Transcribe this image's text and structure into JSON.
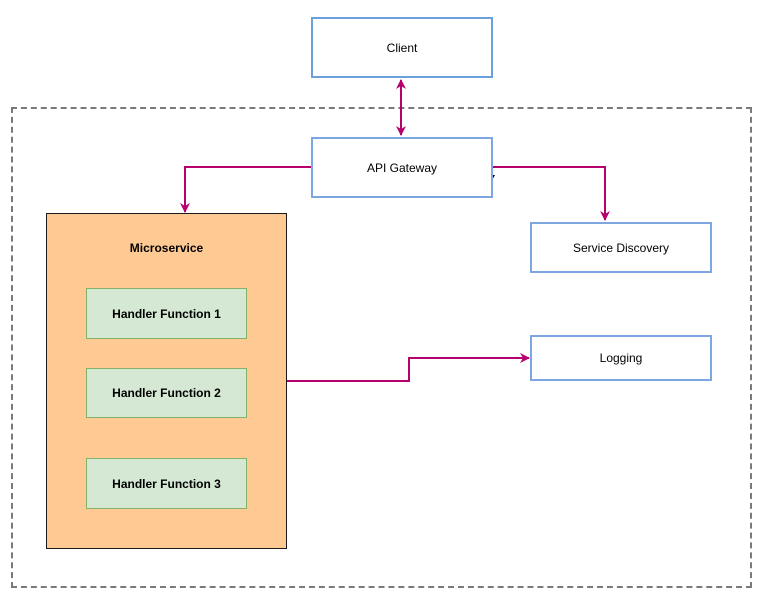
{
  "colors": {
    "edge": "#b5006e",
    "node_border": "#7ea6e0",
    "microservice_fill": "#ffc993",
    "handler_fill": "#d5e8d4",
    "handler_border": "#82b366",
    "boundary": "#7a7a7a"
  },
  "nodes": {
    "client": "Client",
    "api_gateway": "API Gateway",
    "service_discovery": "Service Discovery",
    "logging": "Logging",
    "microservice": "Microservice",
    "handlers": [
      "Handler Function 1",
      "Handler Function 2",
      "Handler Function 3"
    ]
  },
  "edges": [
    {
      "from": "client",
      "to": "api_gateway",
      "direction": "both"
    },
    {
      "from": "api_gateway",
      "to": "microservice",
      "direction": "forward"
    },
    {
      "from": "api_gateway",
      "to": "service_discovery",
      "direction": "forward"
    },
    {
      "from": "microservice",
      "to": "logging",
      "direction": "forward"
    }
  ]
}
